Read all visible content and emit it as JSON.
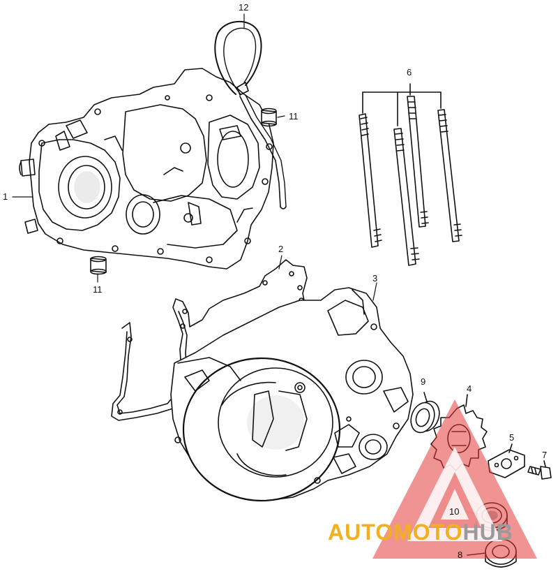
{
  "callouts": [
    {
      "id": "c1",
      "text": "1"
    },
    {
      "id": "c2",
      "text": "2"
    },
    {
      "id": "c3",
      "text": "3"
    },
    {
      "id": "c4",
      "text": "4"
    },
    {
      "id": "c5",
      "text": "5"
    },
    {
      "id": "c6",
      "text": "6"
    },
    {
      "id": "c7",
      "text": "7"
    },
    {
      "id": "c8",
      "text": "8"
    },
    {
      "id": "c9",
      "text": "9"
    },
    {
      "id": "c10",
      "text": "10"
    },
    {
      "id": "c11a",
      "text": "11"
    },
    {
      "id": "c11b",
      "text": "11"
    },
    {
      "id": "c12",
      "text": "12"
    }
  ],
  "watermark": {
    "part1": "AUTOMOTO",
    "part2": "HUB",
    "triangle_color": "#e23b3b",
    "text_color_1": "#f0b020",
    "text_color_2": "#9a9a9a"
  }
}
